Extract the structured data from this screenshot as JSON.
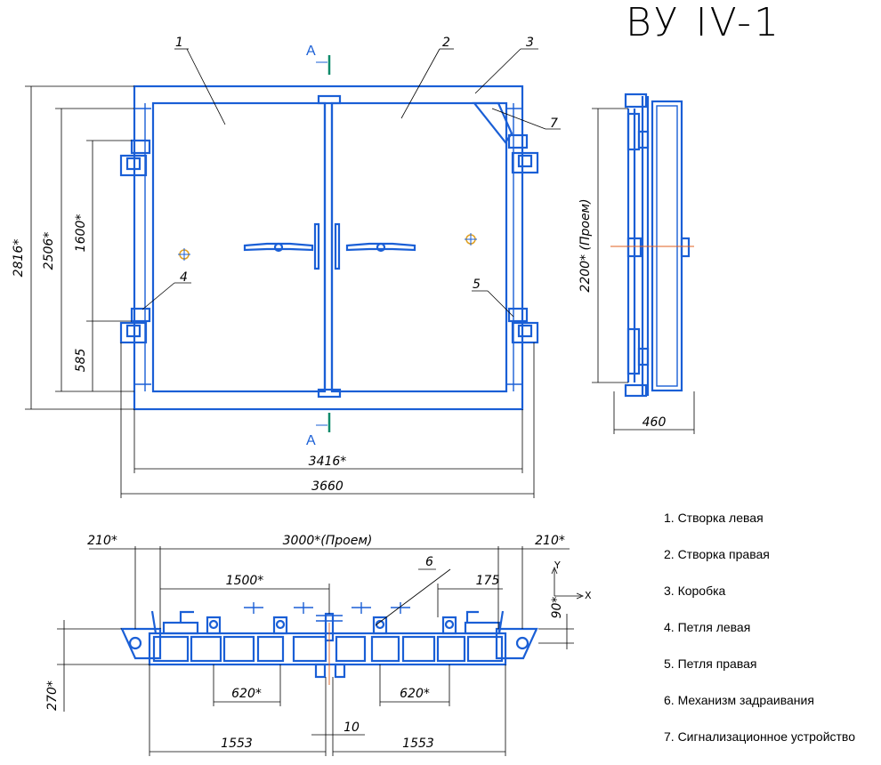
{
  "title": "ВУ IV-1",
  "section_marks": {
    "top": "А",
    "bottom": "А"
  },
  "callouts": [
    "1",
    "2",
    "3",
    "4",
    "5",
    "6",
    "7"
  ],
  "front_view_dims": {
    "h_total": "2816*",
    "h_frame": "2506*",
    "h_hinges": "1600*",
    "h_bottom": "585",
    "w_frame": "3416*",
    "w_total": "3660"
  },
  "side_view_dims": {
    "opening_height": "2200* (Проем)",
    "depth": "460"
  },
  "plan_view_dims": {
    "left_offset": "210*",
    "opening_width": "3000*(Проем)",
    "right_offset": "210*",
    "half_width": "1500*",
    "right_gap": "175",
    "height_90": "90*",
    "height_270": "270*",
    "bay_left": "620*",
    "bay_right": "620*",
    "center_gap": "10",
    "leaf_left": "1553",
    "leaf_right": "1553",
    "axis_x": "X",
    "axis_y": "Y"
  },
  "legend": [
    "1. Створка левая",
    "2. Створка правая",
    "3. Коробка",
    "4. Петля левая",
    "5. Петля правая",
    "6. Механизм задраивания",
    "7. Сигнализационное устройство"
  ],
  "colors": {
    "structure": "#1a5fd6",
    "section_mark": "#0f8a6a",
    "center_line": "#e06020",
    "dimension": "#000000"
  }
}
